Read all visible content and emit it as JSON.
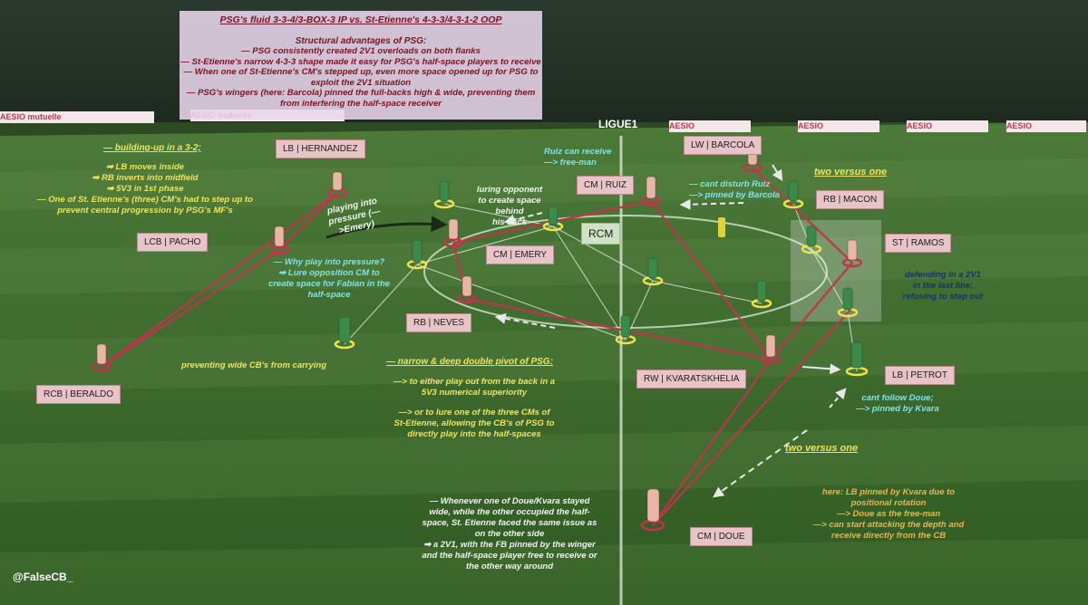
{
  "title": "PSG's fluid 3-3-4/3-BOX-3 IP vs. St-Etienne's 4-3-3/4-3-1-2 OOP",
  "subtitle": "Structural advantages of PSG:",
  "advantages": [
    "— PSG consistently created 2V1 overloads on both flanks",
    "— St-Etienne's narrow 4-3-3 shape made it easy for PSG's half-space players to receive",
    "— When one of St-Etienne's CM's stepped up, even more space opened up for PSG to",
    "exploit the 2V1 situation",
    "— PSG's wingers (here: Barcola) pinned the full-backs high & wide, preventing them",
    "from interfering the half-space receiver"
  ],
  "boards": [
    "AESIO mutuelle",
    "AESIO mutuelle",
    "AESIO",
    "AESIO",
    "AESIO",
    "AESIO"
  ],
  "logo": "LIGUE1",
  "players": {
    "lb": "LB | HERNANDEZ",
    "lcb": "LCB | PACHO",
    "rcb": "RCB | BERALDO",
    "cm_ruiz": "CM | RUIZ",
    "cm_emery": "CM | EMERY",
    "rb_neves": "RB | NEVES",
    "lw": "LW | BARCOLA",
    "rb_macon": "RB | MACON",
    "st": "ST | RAMOS",
    "rw": "RW | KVARATSKHELIA",
    "lb_petrot": "LB | PETROT",
    "cm_doue": "CM | DOUE",
    "rcm": "RCM"
  },
  "annotations": {
    "buildup_header": "— building-up in a 3-2;",
    "buildup_lines": [
      "➡ LB moves inside",
      "➡ RB inverts into midfield",
      "➡ 5V3 in 1st phase",
      "— One of St. Etienne's (three) CM's had to step up to",
      "prevent central progression by PSG's MF's"
    ],
    "playing_into": [
      "playing into",
      "pressure (—>Emery)"
    ],
    "why_play": [
      "— Why play into pressure?",
      "➡ Lure opposition CM to",
      "create space for Fabian in the",
      "half-space"
    ],
    "preventing_wide": "preventing wide CB's from carrying",
    "luring": [
      "luring opponent",
      "to create space behind",
      "his back"
    ],
    "ruiz_receive": [
      "Ruiz can receive",
      "—> free-man"
    ],
    "cant_disturb": [
      "— cant disturb Ruiz",
      "—> pinned by Barcola"
    ],
    "two_v_one_top": "two versus one",
    "defending": [
      "defending in a 2V1",
      "in the last line;",
      "refusing to step out"
    ],
    "pivot_header": "— narrow & deep double pivot of PSG:",
    "pivot_lines": [
      "—> to either play out from the back in a",
      "5V3 numerical superiority",
      "",
      "—> or to lure one of the three CMs of",
      "St-Etienne, allowing the CB's of PSG to",
      "directly play into the half-spaces"
    ],
    "cant_follow": [
      "cant follow Doue;",
      "—> pinned by Kvara"
    ],
    "two_v_one_bottom": "two versus one",
    "whenever": [
      "— Whenever one of Doue/Kvara stayed",
      "wide, while the other occupied the half-",
      "space, St. Etienne faced the same issue as",
      "on the other side",
      "➡ a 2V1, with the FB pinned by the winger",
      "and the half-space player free to receive or",
      "the other way around"
    ],
    "here_lb": [
      "here: LB pinned by Kvara due to",
      "positional rotation",
      "—> Doue as the free-man",
      "—> can start attacking the depth and",
      "receive directly from the CB"
    ]
  },
  "credit": "@FalseCB_",
  "colors": {
    "pitch": "#3e6b2c",
    "psg_line": "#c2334d",
    "ring": "#f2e24a",
    "label_bg": "#e8c4c8",
    "highlight": "#ffffff"
  }
}
